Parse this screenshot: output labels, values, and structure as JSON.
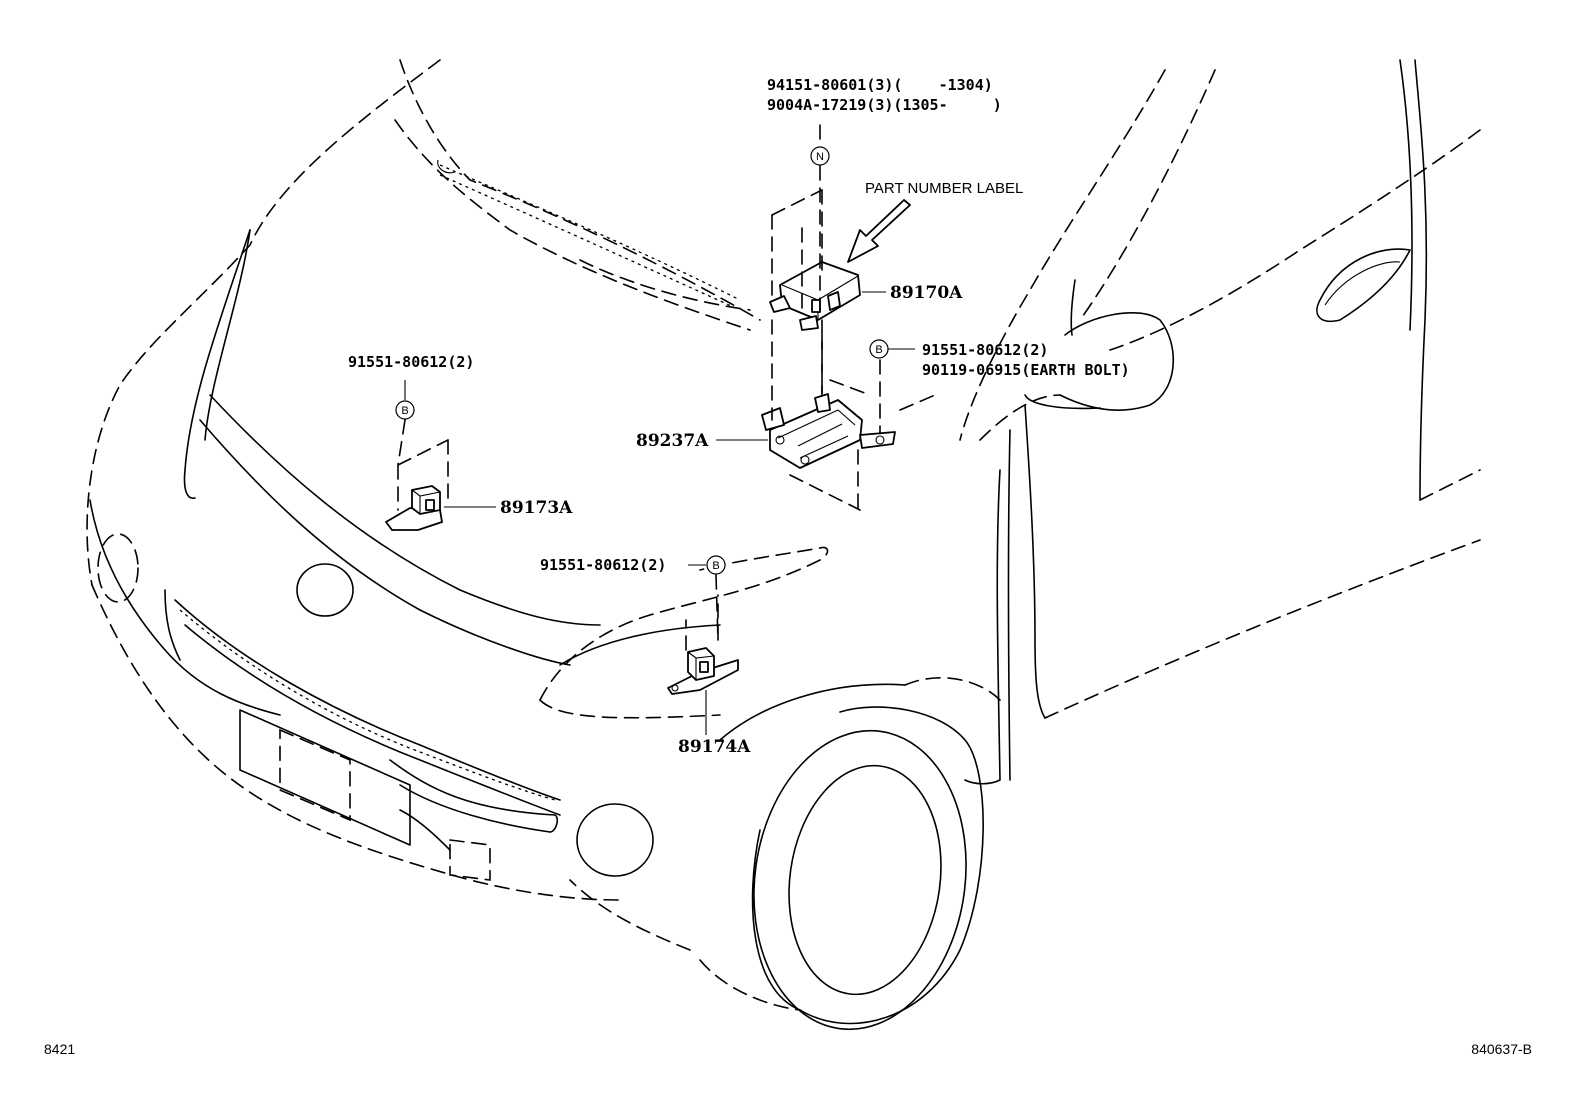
{
  "callouts": {
    "bolt_top_line1": "94151-80601(3)(    -1304)",
    "bolt_top_line2": "9004A-17219(3)(1305-     )",
    "part_number_label": "PART NUMBER LABEL",
    "part_89170A": "89170A",
    "bolt_right_line1": "91551-80612(2)",
    "bolt_right_line2": "90119-06915(EARTH BOLT)",
    "part_89237A": "89237A",
    "bolt_left": "91551-80612(2)",
    "part_89173A": "89173A",
    "bolt_lower": "91551-80612(2)",
    "part_89174A": "89174A"
  },
  "symbols": {
    "n_symbol": "N",
    "b_symbol_right": "B",
    "b_symbol_left": "B",
    "b_symbol_lower": "B"
  },
  "footer": {
    "page_code": "8421",
    "drawing_id": "840637-B"
  }
}
